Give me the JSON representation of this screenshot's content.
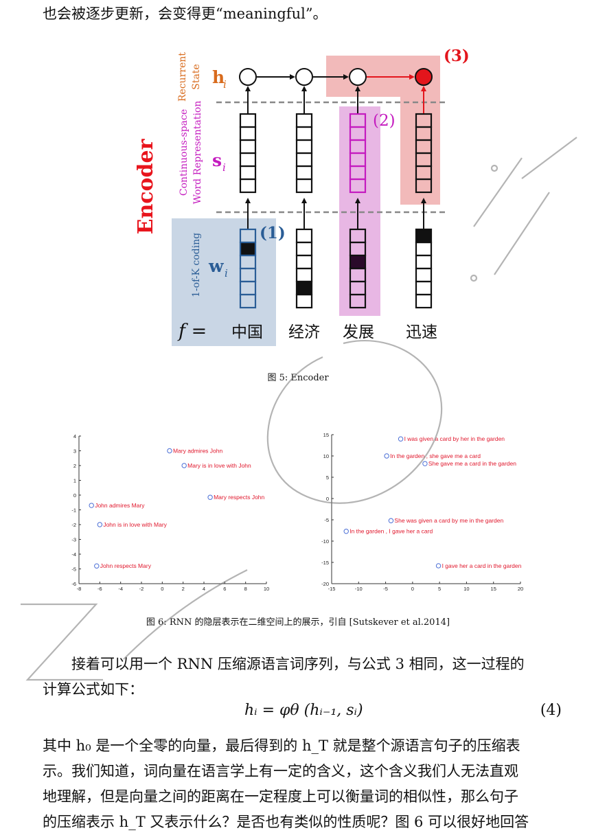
{
  "text": {
    "top_line": "也会被逐步更新，会变得更“meaningful”。",
    "fig5_caption": "图 5: Encoder",
    "fig6_caption": "图 6: RNN 的隐层表示在二维空间上的展示，引自 [Sutskever et al.2014]",
    "para1_line1": "接着可以用一个 RNN 压缩源语言词序列，与公式 3 相同，这一过程的",
    "para1_line2": "计算公式如下：",
    "equation": "hᵢ = φθ (hᵢ₋₁, sᵢ)",
    "equation_number": "(4)",
    "para2_line1": "其中 h₀ 是一个全零的向量，最后得到的 h_T 就是整个源语言句子的压缩表",
    "para2_line2": "示。我们知道，词向量在语言学上有一定的含义，这个含义我们人无法直观",
    "para2_line3": "地理解，但是向量之间的距离在一定程度上可以衡量词的相似性，那么句子",
    "para2_line4": "的压缩表示 h_T 又表示什么？是否也有类似的性质呢？图 6 可以很好地回答"
  },
  "encoder": {
    "title": "Encoder",
    "label_recurrent": "Recurrent",
    "label_state": "State",
    "label_cont1": "Continuous-space",
    "label_cont2": "Word Representation",
    "label_1ofk": "1-of-K coding",
    "var_h": "h",
    "var_s": "s",
    "var_w": "w",
    "subscript": "i",
    "f_label": "f =",
    "words": [
      "中国",
      "经济",
      "发展",
      "迅速"
    ],
    "marker1": "(1)",
    "marker2": "(2)",
    "marker3": "(3)",
    "colors": {
      "title": "#e8141c",
      "recurrent": "#d86b1d",
      "continuous": "#c41bbf",
      "onehot": "#2a5d96",
      "red": "#e3151c"
    }
  },
  "chart_data": [
    {
      "type": "scatter",
      "xlim": [
        -8,
        10
      ],
      "ylim": [
        -6,
        4
      ],
      "xticks": [
        -8,
        -6,
        -4,
        -2,
        0,
        2,
        4,
        6,
        8,
        10
      ],
      "yticks": [
        4,
        3,
        2,
        1,
        0,
        -1,
        -2,
        -3,
        -4,
        -5,
        -6
      ],
      "points": [
        {
          "x": 0.7,
          "y": 3.0,
          "label": "Mary admires John"
        },
        {
          "x": 2.1,
          "y": 2.0,
          "label": "Mary is in love with John"
        },
        {
          "x": 4.6,
          "y": -0.15,
          "label": "Mary respects John"
        },
        {
          "x": -6.8,
          "y": -0.7,
          "label": "John admires Mary"
        },
        {
          "x": -6.0,
          "y": -2.0,
          "label": "John is in love with Mary"
        },
        {
          "x": -6.3,
          "y": -4.8,
          "label": "John respects Mary"
        }
      ]
    },
    {
      "type": "scatter",
      "xlim": [
        -15,
        20
      ],
      "ylim": [
        -20,
        15
      ],
      "xticks": [
        -15,
        -10,
        -5,
        0,
        5,
        10,
        15,
        20
      ],
      "yticks": [
        15,
        10,
        5,
        0,
        -5,
        -10,
        -15,
        -20
      ],
      "points": [
        {
          "x": -2.2,
          "y": 14.0,
          "label": "I was given a card by her in the garden"
        },
        {
          "x": -4.8,
          "y": 10.0,
          "label": "In the garden , she gave me a card"
        },
        {
          "x": 2.3,
          "y": 8.2,
          "label": "She gave me a card in the garden"
        },
        {
          "x": -4.0,
          "y": -5.2,
          "label": "She was given a card by me in the garden"
        },
        {
          "x": -12.3,
          "y": -7.7,
          "label": "In the garden , I gave her a card"
        },
        {
          "x": 4.8,
          "y": -15.8,
          "label": "I gave her a card in the garden"
        }
      ]
    }
  ]
}
